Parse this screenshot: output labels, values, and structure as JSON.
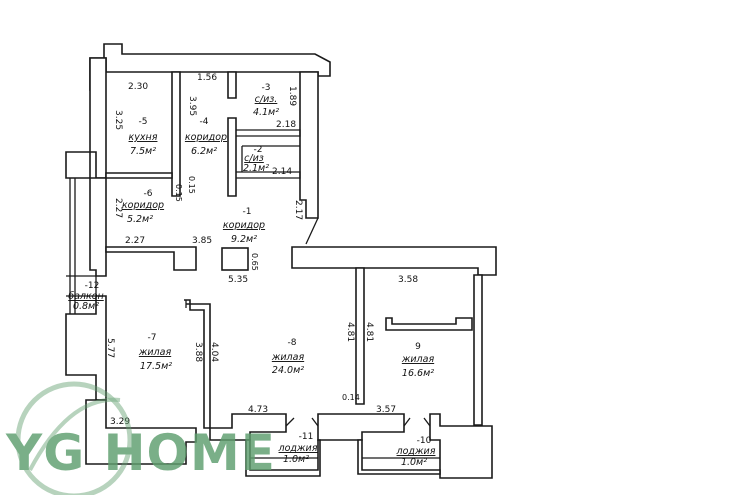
{
  "rooms": [
    {
      "num": "-5",
      "name": "кухня",
      "area": "7.5м²"
    },
    {
      "num": "-4",
      "name": "коридор",
      "area": "6.2м²"
    },
    {
      "num": "-3",
      "name": "с/из.",
      "area": "4.1м²"
    },
    {
      "num": "-2",
      "name": "с/из",
      "area": "2.1м²"
    },
    {
      "num": "-6",
      "name": "коридор",
      "area": "5.2м²"
    },
    {
      "num": "-1",
      "name": "коридор",
      "area": "9.2м²"
    },
    {
      "num": "-12",
      "name": "балкон",
      "area": "0.8м²"
    },
    {
      "num": "-7",
      "name": "жилая",
      "area": "17.5м²"
    },
    {
      "num": "-8",
      "name": "жилая",
      "area": "24.0м²"
    },
    {
      "num": "9",
      "name": "жилая",
      "area": "16.6м²"
    },
    {
      "num": "-11",
      "name": "лоджия",
      "area": "1.0м²"
    },
    {
      "num": "-10",
      "name": "лоджия",
      "area": "1.0м²"
    }
  ],
  "dimensions": [
    "2.30",
    "3.25",
    "1.56",
    "3.95",
    "1.89",
    "2.18",
    "2.14",
    "0.15",
    "0.15",
    "2.27",
    "2.17",
    "2.27",
    "3.85",
    "0.65",
    "5.35",
    "3.58",
    "4.81",
    "4.81",
    "5.77",
    "3.88",
    "4.04",
    "0.14",
    "4.73",
    "3.57",
    "3.29"
  ],
  "watermark": {
    "text": "YG HOME",
    "color": "#5e9e6e"
  }
}
